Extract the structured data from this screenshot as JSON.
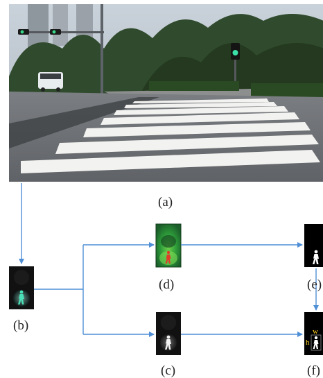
{
  "figure": {
    "labels": {
      "a": "(a)",
      "b": "(b)",
      "c": "(c)",
      "d": "(d)",
      "e": "(e)",
      "f": "(f)"
    },
    "panel_f_annotations": {
      "w": "w",
      "h": "h"
    }
  },
  "colors": {
    "arrow": "#4f8fd6",
    "pedestrian_green": "#49e0b8",
    "pedestrian_red": "#e23b2a",
    "heatmap_green": "#2fb045",
    "annotation_yellow": "#ffd21e"
  }
}
